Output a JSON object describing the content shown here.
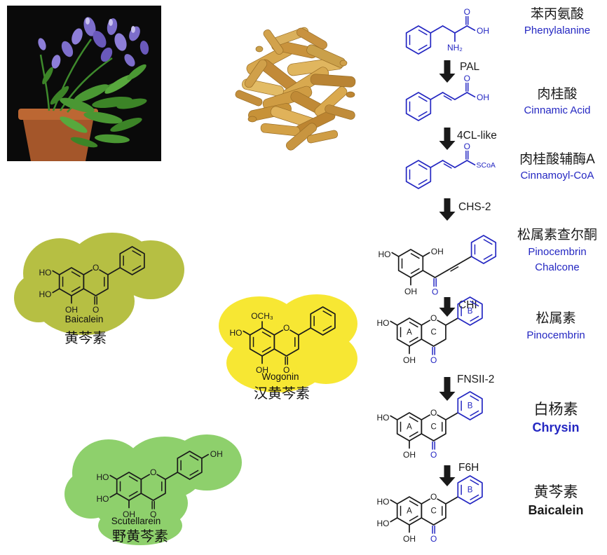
{
  "photos": {
    "plant": "scutellaria-baicalensis-plant-photo",
    "roots": "dried-scutellaria-roots-photo"
  },
  "colors": {
    "blue": "#2427c2",
    "ink": "#1a1a1a"
  },
  "labels": {
    "HO": "HO",
    "OH": "OH",
    "O": "O",
    "NH2": "NH₂",
    "OCH3": "OCH₃",
    "SCoA": "SCoA",
    "A": "A",
    "B": "B",
    "C": "C"
  },
  "pathway": {
    "compounds": [
      {
        "cn": "苯丙氨酸",
        "en": "Phenylalanine"
      },
      {
        "cn": "肉桂酸",
        "en": "Cinnamic Acid"
      },
      {
        "cn": "肉桂酸辅酶A",
        "en": "Cinnamoyl-CoA"
      },
      {
        "cn": "松属素查尔酮",
        "en_line1": "Pinocembrin",
        "en_line2": "Chalcone"
      },
      {
        "cn": "松属素",
        "en": "Pinocembrin"
      },
      {
        "cn": "白杨素",
        "en": "Chrysin"
      },
      {
        "cn": "黄芩素",
        "en": "Baicalein"
      }
    ],
    "enzymes": [
      "PAL",
      "4CL-like",
      "CHS-2",
      "CHI",
      "FNSII-2",
      "F6H"
    ]
  },
  "compounds_left": [
    {
      "name": "Baicalein",
      "cn": "黄芩素",
      "highlight": "#b6bf43"
    },
    {
      "name": "Wogonin",
      "cn": "汉黄芩素",
      "highlight": "#f7e733"
    },
    {
      "name": "Scutellarein",
      "cn": "野黄芩素",
      "highlight": "#8ed06c"
    }
  ]
}
